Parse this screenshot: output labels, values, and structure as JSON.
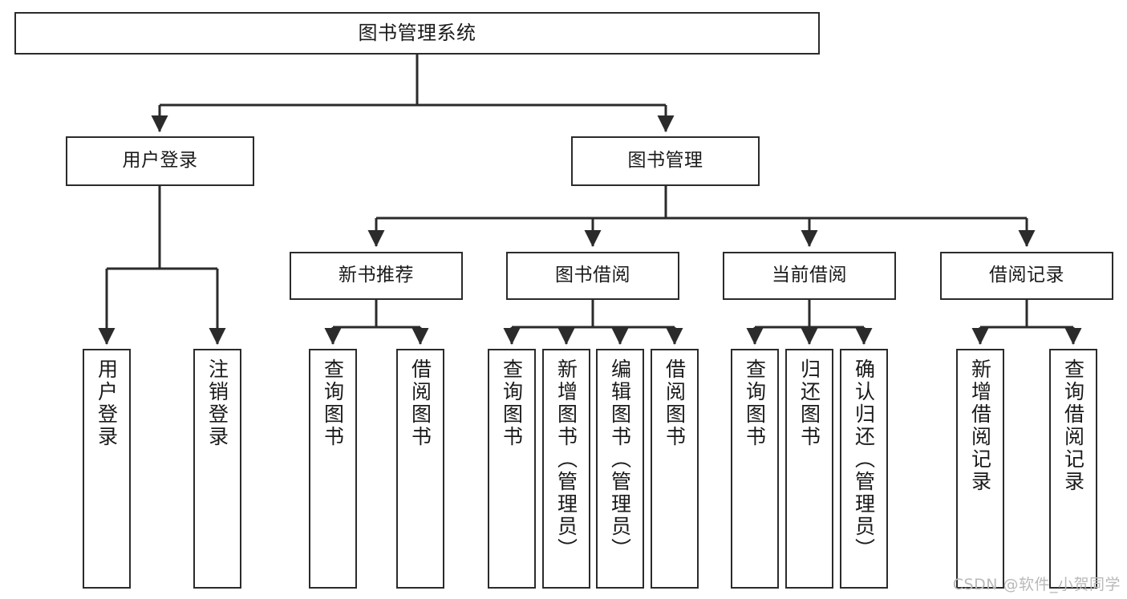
{
  "diagram": {
    "title": "图书管理系统",
    "type": "功能结构图",
    "watermark": "CSDN @软件_小贺同学",
    "colors": {
      "stroke": "#2b2b2b",
      "fill": "#ffffff",
      "text": "#1a1a1a",
      "watermark": "#b9b9b9"
    },
    "nodes": {
      "root": {
        "label": "图书管理系统",
        "level": 1,
        "orientation": "horizontal"
      },
      "l2": [
        {
          "id": "user-login",
          "label": "用户登录",
          "level": 2,
          "orientation": "horizontal"
        },
        {
          "id": "book-manage",
          "label": "图书管理",
          "level": 2,
          "orientation": "horizontal"
        }
      ],
      "l3": [
        {
          "id": "new-book-rec",
          "label": "新书推荐",
          "level": 3,
          "orientation": "horizontal",
          "parent": "book-manage"
        },
        {
          "id": "book-borrow",
          "label": "图书借阅",
          "level": 3,
          "orientation": "horizontal",
          "parent": "book-manage"
        },
        {
          "id": "current-borrow",
          "label": "当前借阅",
          "level": 3,
          "orientation": "horizontal",
          "parent": "book-manage"
        },
        {
          "id": "borrow-record",
          "label": "借阅记录",
          "level": 3,
          "orientation": "horizontal",
          "parent": "book-manage"
        }
      ],
      "leaves": [
        {
          "id": "leaf-user-login",
          "label": "用户登录",
          "parent": "user-login",
          "orientation": "vertical"
        },
        {
          "id": "leaf-logout",
          "label": "注销登录",
          "parent": "user-login",
          "orientation": "vertical"
        },
        {
          "id": "leaf-query-book-1",
          "label": "查询图书",
          "parent": "new-book-rec",
          "orientation": "vertical"
        },
        {
          "id": "leaf-borrow-book-1",
          "label": "借阅图书",
          "parent": "new-book-rec",
          "orientation": "vertical"
        },
        {
          "id": "leaf-query-book-2",
          "label": "查询图书",
          "parent": "book-borrow",
          "orientation": "vertical"
        },
        {
          "id": "leaf-add-book",
          "label": "新增图书（管理员）",
          "parent": "book-borrow",
          "orientation": "vertical"
        },
        {
          "id": "leaf-edit-book",
          "label": "编辑图书（管理员）",
          "parent": "book-borrow",
          "orientation": "vertical"
        },
        {
          "id": "leaf-borrow-book-2",
          "label": "借阅图书",
          "parent": "book-borrow",
          "orientation": "vertical"
        },
        {
          "id": "leaf-query-book-3",
          "label": "查询图书",
          "parent": "current-borrow",
          "orientation": "vertical"
        },
        {
          "id": "leaf-return-book",
          "label": "归还图书",
          "parent": "current-borrow",
          "orientation": "vertical"
        },
        {
          "id": "leaf-confirm-return",
          "label": "确认归还（管理员）",
          "parent": "current-borrow",
          "orientation": "vertical"
        },
        {
          "id": "leaf-add-record",
          "label": "新增借阅记录",
          "parent": "borrow-record",
          "orientation": "vertical"
        },
        {
          "id": "leaf-query-record",
          "label": "查询借阅记录",
          "parent": "borrow-record",
          "orientation": "vertical"
        }
      ]
    }
  }
}
